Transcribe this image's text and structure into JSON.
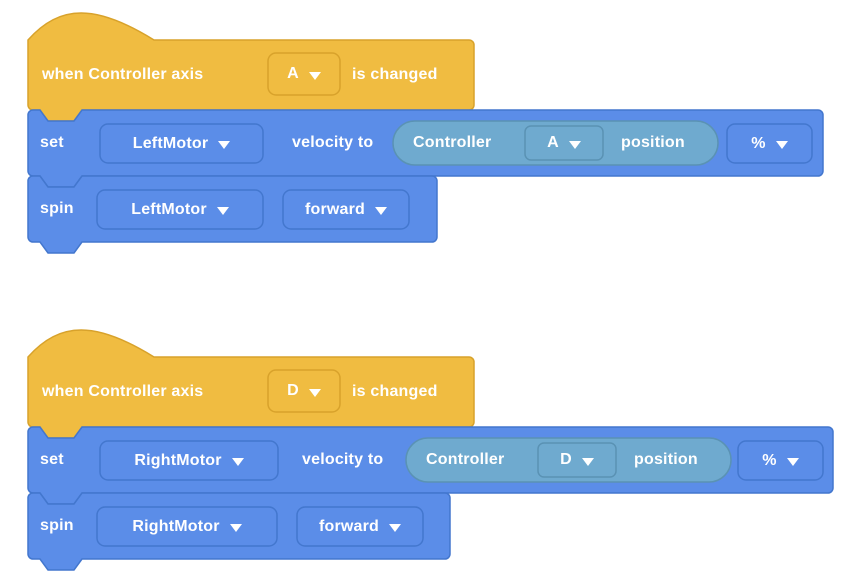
{
  "colors": {
    "hat_fill": "#F0BC41",
    "hat_stroke": "#D8A22B",
    "block_fill": "#5B8DE8",
    "block_stroke": "#4377CE",
    "oval_fill": "#6FAACF",
    "oval_stroke": "#5A92B4",
    "text": "#FFFFFF"
  },
  "icons": {
    "dropdown_caret": "triangle-down"
  },
  "stacks": [
    {
      "hat": {
        "prefix": "when Controller axis",
        "axis": "A",
        "suffix": "is changed"
      },
      "set": {
        "keyword": "set",
        "motor": "LeftMotor",
        "connector": "velocity to",
        "reporter": {
          "device": "Controller",
          "axis": "A",
          "property": "position"
        },
        "unit": "%"
      },
      "spin": {
        "keyword": "spin",
        "motor": "LeftMotor",
        "direction": "forward"
      }
    },
    {
      "hat": {
        "prefix": "when Controller axis",
        "axis": "D",
        "suffix": "is changed"
      },
      "set": {
        "keyword": "set",
        "motor": "RightMotor",
        "connector": "velocity to",
        "reporter": {
          "device": "Controller",
          "axis": "D",
          "property": "position"
        },
        "unit": "%"
      },
      "spin": {
        "keyword": "spin",
        "motor": "RightMotor",
        "direction": "forward"
      }
    }
  ]
}
